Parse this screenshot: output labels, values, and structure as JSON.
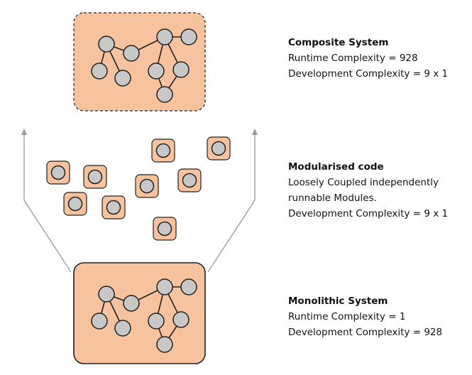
{
  "colors": {
    "box_fill": "#f7c39e",
    "node_fill": "#c8c8c8",
    "stroke": "#222222",
    "arrow": "#999999"
  },
  "diagram": {
    "stages": [
      {
        "title": "Composite System",
        "lines": [
          "Runtime Complexity = 928",
          "Development Complexity = 9 x 1"
        ]
      },
      {
        "title": "Modularised code",
        "lines": [
          "Loosely Coupled independently",
          "runnable Modules.",
          "Development Complexity = 9 x 1"
        ]
      },
      {
        "title": "Monolithic System",
        "lines": [
          "Runtime Complexity = 1",
          "Development Complexity = 928"
        ]
      }
    ],
    "module_count": 9,
    "graph_node_count": 9
  }
}
